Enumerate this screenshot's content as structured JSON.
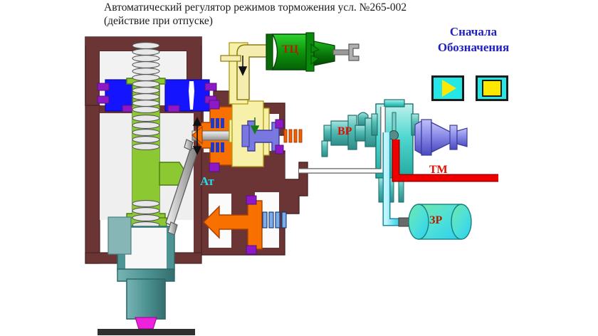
{
  "title": {
    "line1": "Автоматический регулятор режимов торможения усл. №265-002",
    "line2": "(действие при отпуске)"
  },
  "header": {
    "line1": "Сначала",
    "line2": "Обозначения",
    "color": "#1f1fbe"
  },
  "controls": {
    "play": {
      "name": "play-button",
      "glyph": "▶",
      "fill": "#ffe800",
      "background": "#24e8e8"
    },
    "stop": {
      "name": "stop-button",
      "glyph": "■",
      "fill": "#ffe800",
      "background": "#24e8e8"
    }
  },
  "labels": {
    "brake_cylinder": "ТЦ",
    "air_distributor": "ВР",
    "brake_line": "ТМ",
    "reservoir": "ЗР",
    "atmosphere": "Ат"
  },
  "colors": {
    "housing": "#6b3535",
    "piston_blue": "#1414ff",
    "seal_purple": "#8c18c8",
    "sleeve_green": "#8cc832",
    "piston_orange": "#f87000",
    "chamber_yellow": "#f7f0a8",
    "valve_violet": "#7878e0",
    "cylinder_green": "#109010",
    "pipe_yellow": "#f5ecb0",
    "pipe_cyan": "#58dcf0",
    "pipe_red": "#ee0000",
    "pipe_white": "#ffffff",
    "plunger_teal": "#4e9494",
    "plunger_tip": "#ee22dd",
    "rail": "#303030",
    "spring_grey": "#d8d8d8",
    "distributor_teal": "#55bdb6",
    "valve_blue": "#8a8ae8"
  },
  "diagram": {
    "name": "automatic-brake-mode-regulator-schematic",
    "components": [
      "regulator-housing",
      "upper-spring",
      "upper-piston-assembly",
      "green-sleeve",
      "lower-spring",
      "plunger",
      "rail",
      "diagonal-lever",
      "orange-piston-upper",
      "orange-piston-lower",
      "violet-valve",
      "yellow-chamber",
      "brake-cylinder",
      "air-distributor",
      "auxiliary-reservoir",
      "brake-line"
    ]
  }
}
